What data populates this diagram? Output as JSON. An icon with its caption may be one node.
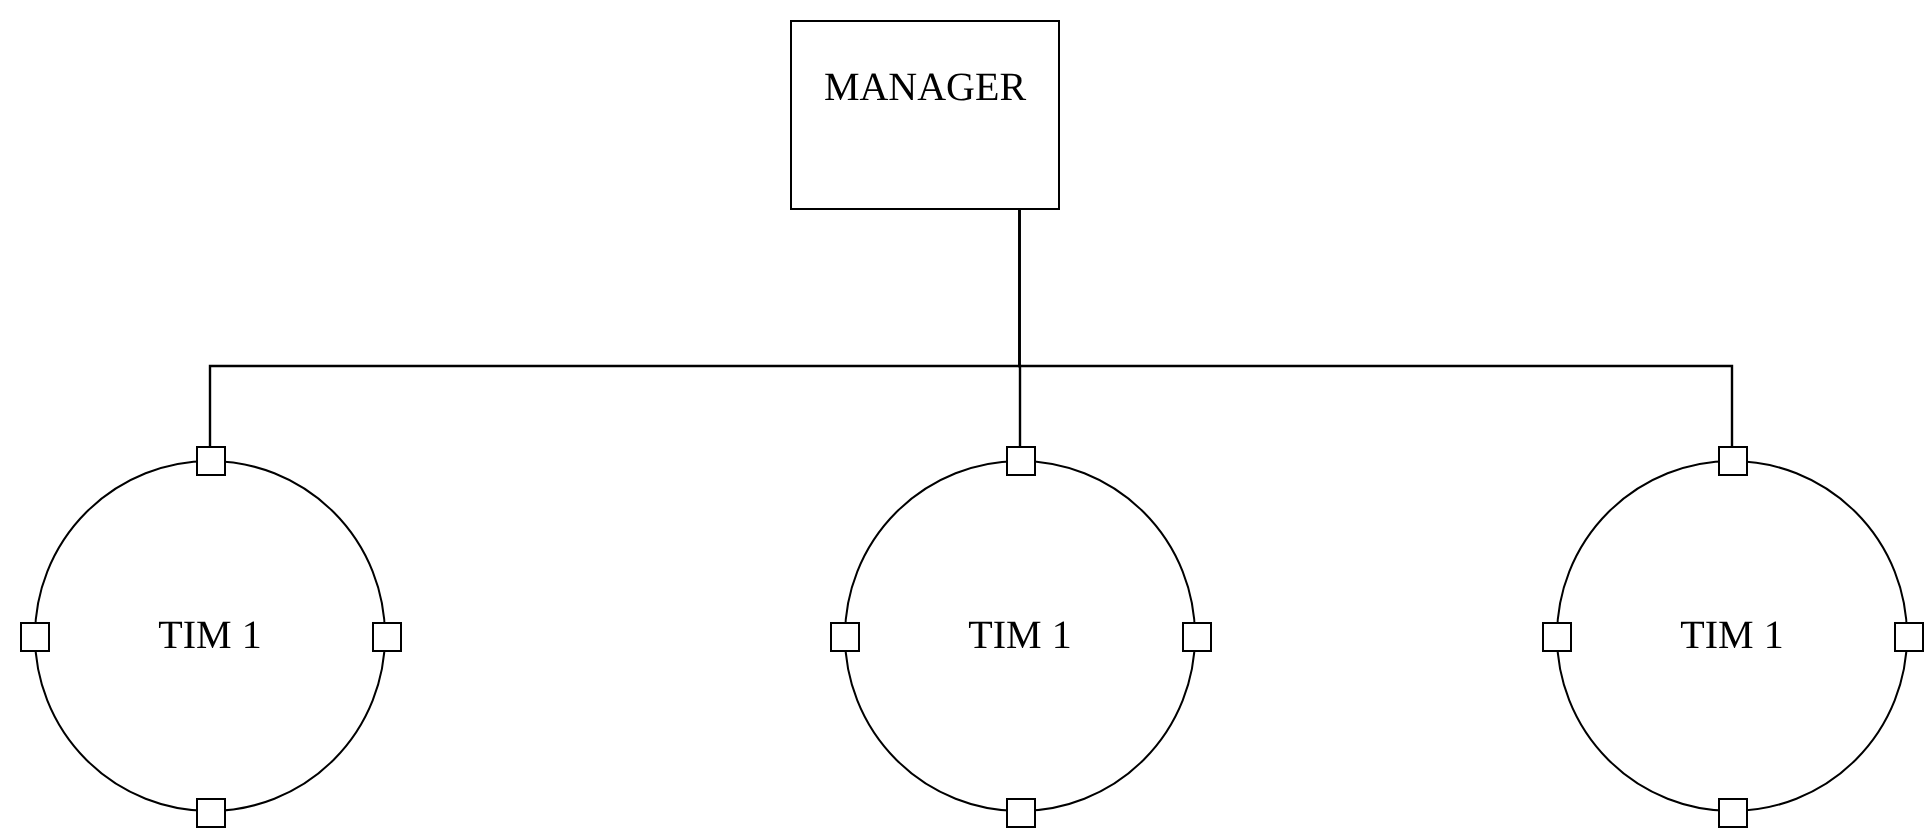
{
  "diagram": {
    "nodes": [
      {
        "text": [
          "MANAGER"
        ]
      },
      {
        "text": [
          "TIM 1"
        ]
      },
      {
        "text": [
          "TIM 1"
        ]
      },
      {
        "text": [
          "TIM 1"
        ]
      }
    ],
    "edges": [
      {
        "from": 0,
        "to": 1,
        "arrow": "none"
      },
      {
        "from": 0,
        "to": 2,
        "arrow": "none"
      },
      {
        "from": 0,
        "to": 3,
        "arrow": "none"
      }
    ]
  }
}
